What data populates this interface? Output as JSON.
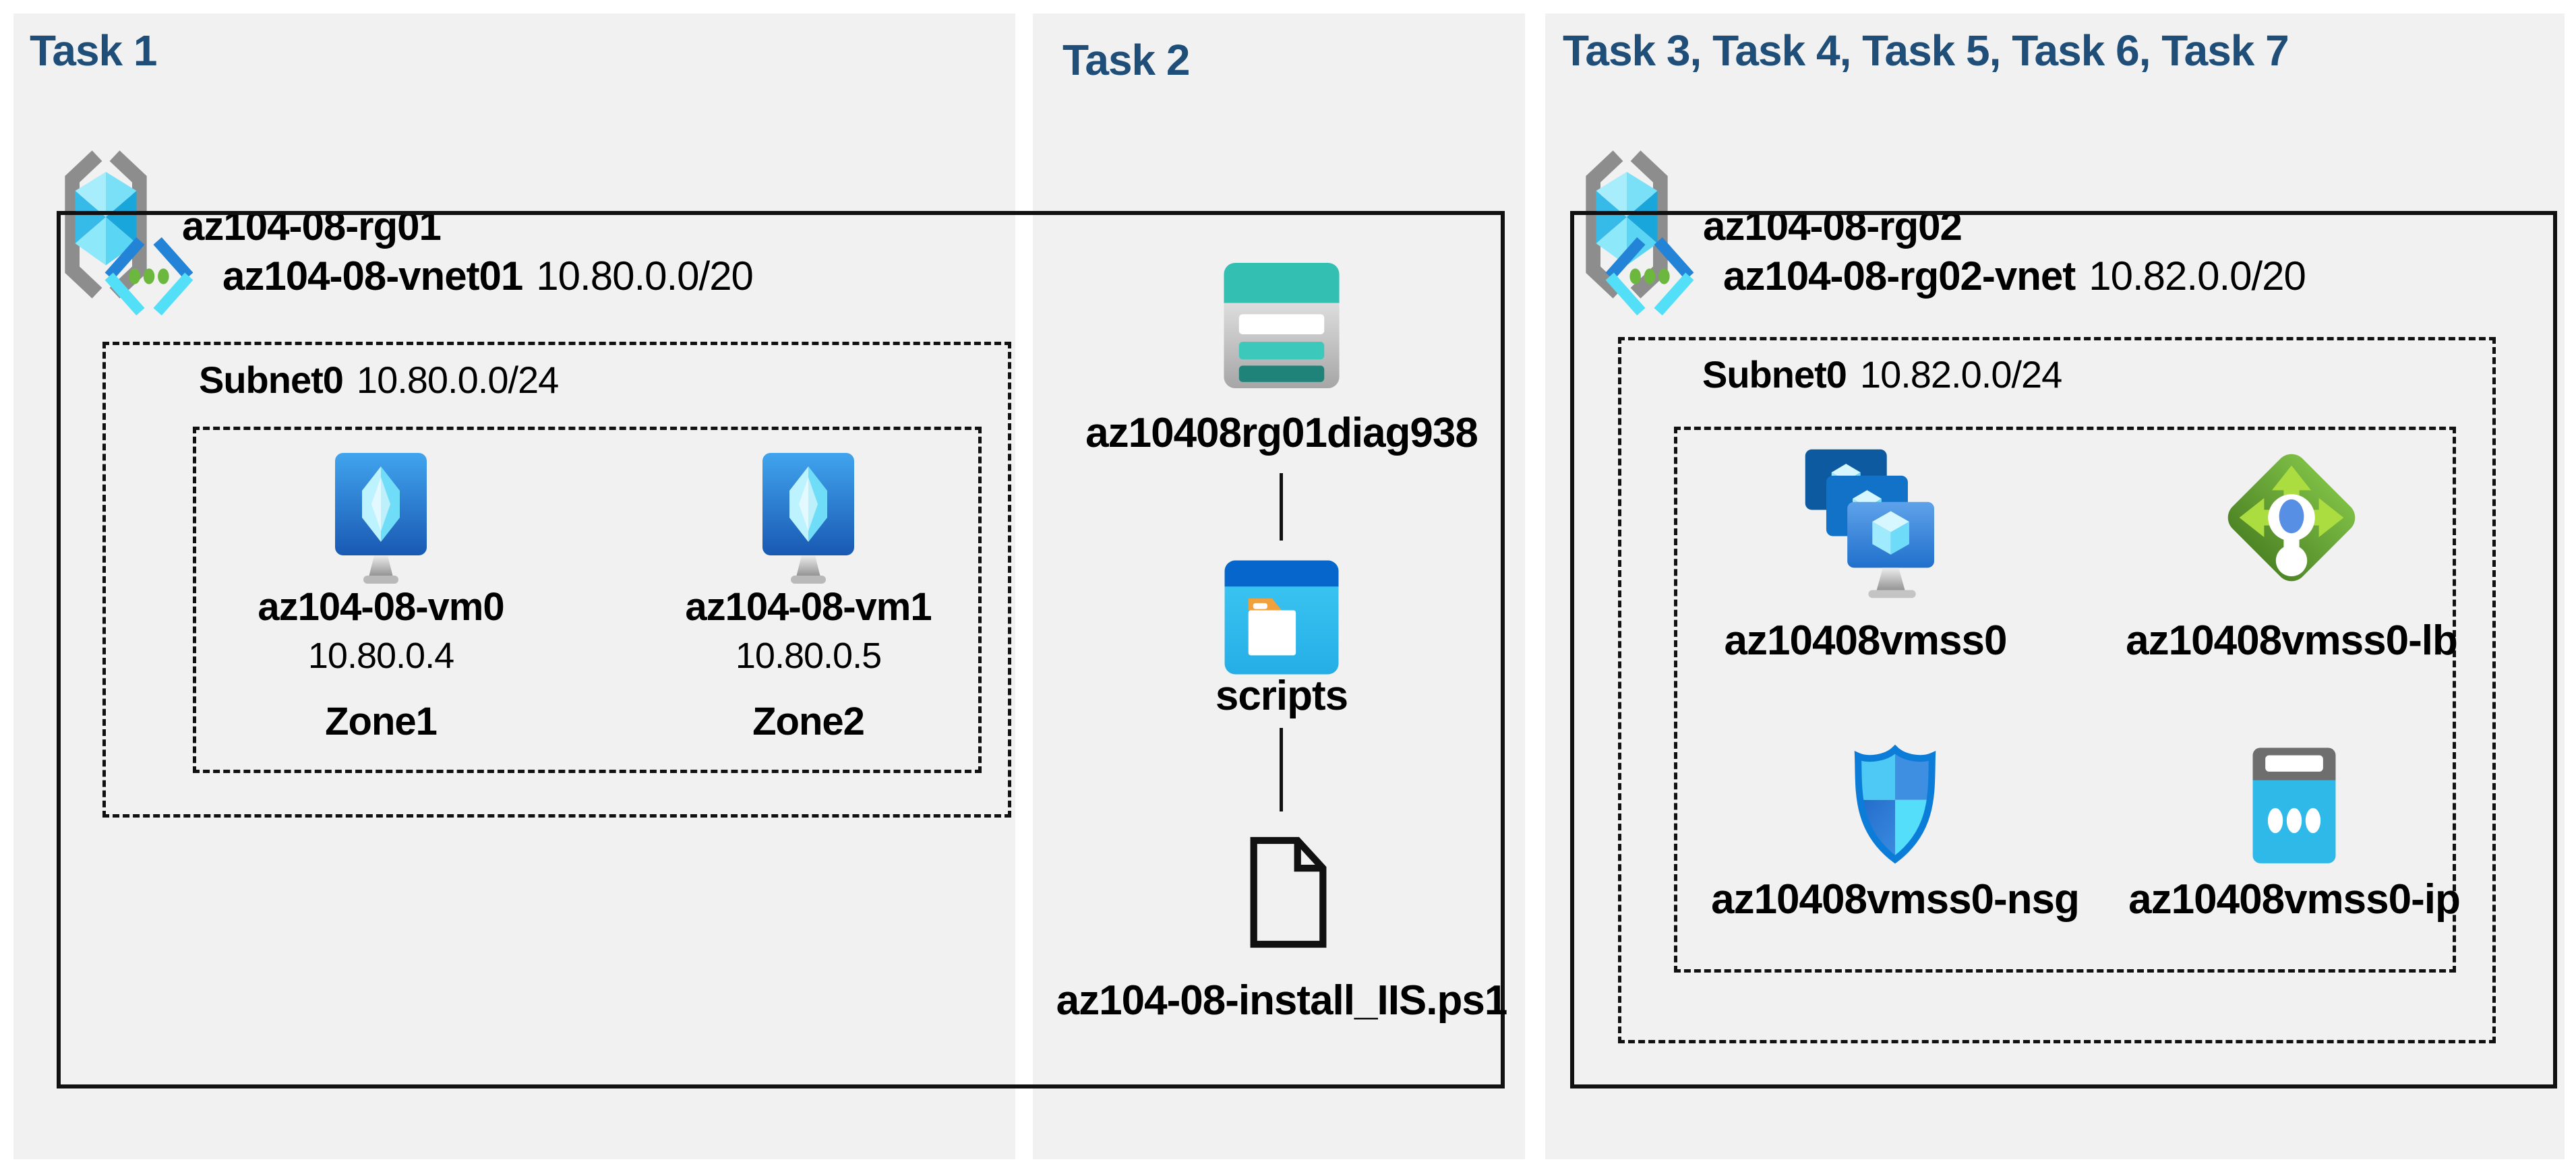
{
  "tasks": {
    "task1": {
      "header": "Task 1"
    },
    "task2": {
      "header": "Task 2"
    },
    "task3": {
      "header": "Task 3, Task 4, Task 5, Task 6, Task 7"
    }
  },
  "rg1": {
    "label": "az104-08-rg01"
  },
  "rg2": {
    "label": "az104-08-rg02"
  },
  "vnet1": {
    "name": "az104-08-vnet01",
    "cidr": "10.80.0.0/20",
    "subnet": {
      "name": "Subnet0",
      "cidr": "10.80.0.0/24"
    },
    "vms": [
      {
        "name": "az104-08-vm0",
        "ip": "10.80.0.4",
        "zone": "Zone1"
      },
      {
        "name": "az104-08-vm1",
        "ip": "10.80.0.5",
        "zone": "Zone2"
      }
    ]
  },
  "task2_items": {
    "storage_account": "az10408rg01diag938",
    "folder": "scripts",
    "script_file": "az104-08-install_IIS.ps1"
  },
  "vnet2": {
    "name": "az104-08-rg02-vnet",
    "cidr": "10.82.0.0/20",
    "subnet": {
      "name": "Subnet0",
      "cidr": "10.82.0.0/24"
    },
    "resources": {
      "vmss": "az10408vmss0",
      "lb": "az10408vmss0-lb",
      "nsg": "az10408vmss0-nsg",
      "ip": "az10408vmss0-ip"
    }
  },
  "colors": {
    "page_background": "#ffffff",
    "panel_background": "#f1f1f1",
    "task_header": "#1F4E79",
    "box_border": "#111111",
    "storage_teal": "#34BFB3",
    "scripts_blue": "#0766CB",
    "vm_blue": "#1959B3",
    "lb_green": "#7DBE45",
    "nsg_blue": "#0C7CD9",
    "ip_cyan": "#2EB9E9",
    "vnet_green_dot": "#6CB73E"
  }
}
